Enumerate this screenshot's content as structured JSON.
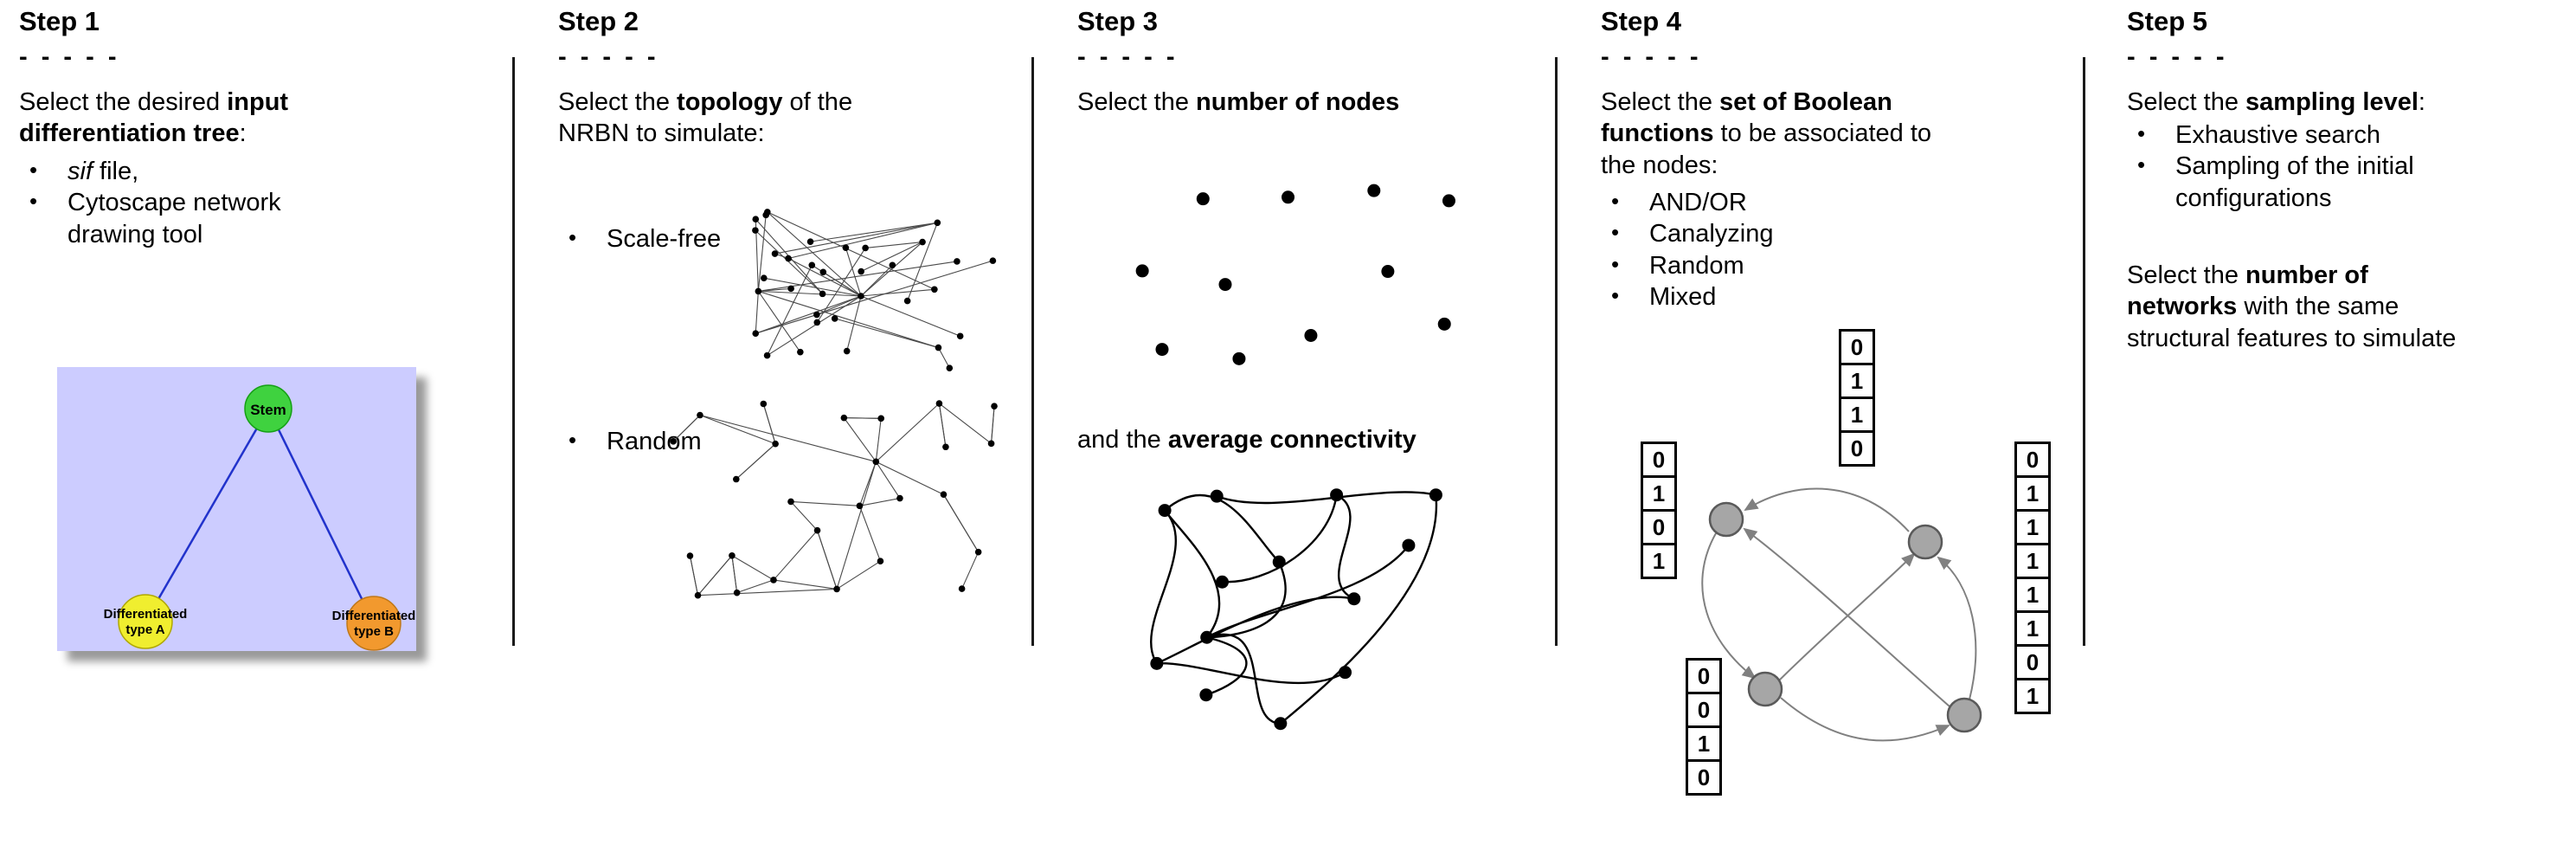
{
  "figure": {
    "background": "#ffffff",
    "divider_color": "#1a1a1a"
  },
  "steps": [
    {
      "title": "Step 1",
      "dashes": "- - - - -",
      "intro": [
        {
          "text": "Select the desired ",
          "style": ""
        },
        {
          "text": "input",
          "style": "b"
        },
        {
          "br": true
        },
        {
          "text": "differentiation tree",
          "style": "b"
        },
        {
          "text": ":",
          "style": ""
        }
      ],
      "bullets": [
        [
          {
            "text": "sif",
            "style": "i"
          },
          {
            "text": " file,",
            "style": ""
          }
        ],
        [
          {
            "text": "Cytoscape network",
            "style": ""
          },
          {
            "br": true
          },
          {
            "text": "drawing tool",
            "style": ""
          }
        ]
      ],
      "tree": {
        "background": "#ccccff",
        "edge_color": "#2233cc",
        "stem": {
          "label": "Stem",
          "color": "#3fd23f"
        },
        "type_a": {
          "line1": "Differentiated",
          "line2": "type A",
          "color": "#f0ee2f"
        },
        "type_b": {
          "line1": "Differentiated",
          "line2": "type B",
          "color": "#f2992e"
        }
      },
      "illustration": "differentiation-tree-graphic"
    },
    {
      "title": "Step 2",
      "dashes": "- - - - -",
      "intro": [
        {
          "text": "Select the ",
          "style": ""
        },
        {
          "text": "topology",
          "style": "b"
        },
        {
          "text": " of the",
          "style": ""
        },
        {
          "br": true
        },
        {
          "text": "NRBN to simulate:",
          "style": ""
        }
      ],
      "bullets": [
        [
          {
            "text": "Scale-free",
            "style": ""
          }
        ],
        [
          {
            "text": "Random",
            "style": ""
          }
        ]
      ],
      "illustrations": [
        "scale-free-network-graphic",
        "random-network-graphic"
      ]
    },
    {
      "title": "Step 3",
      "dashes": "- - - - -",
      "intro": [
        {
          "text": "Select the ",
          "style": ""
        },
        {
          "text": "number of nodes",
          "style": "b"
        }
      ],
      "intro2": [
        {
          "text": "and the ",
          "style": ""
        },
        {
          "text": "average connectivity",
          "style": "b"
        }
      ],
      "illustrations": [
        "scattered-nodes-graphic",
        "connectivity-network-graphic"
      ]
    },
    {
      "title": "Step 4",
      "dashes": "- - - - -",
      "intro": [
        {
          "text": "Select the ",
          "style": ""
        },
        {
          "text": "set of Boolean",
          "style": "b"
        },
        {
          "br": true
        },
        {
          "text": "functions",
          "style": "b"
        },
        {
          "text": " to be associated to",
          "style": ""
        },
        {
          "br": true
        },
        {
          "text": "the nodes:",
          "style": ""
        }
      ],
      "bullets": [
        [
          {
            "text": "AND/OR",
            "style": ""
          }
        ],
        [
          {
            "text": "Canalyzing",
            "style": ""
          }
        ],
        [
          {
            "text": "Random",
            "style": ""
          }
        ],
        [
          {
            "text": "Mixed",
            "style": ""
          }
        ]
      ],
      "tables": {
        "left": [
          "0",
          "1",
          "0",
          "1"
        ],
        "top": [
          "0",
          "1",
          "1",
          "0"
        ],
        "bottom": [
          "0",
          "0",
          "1",
          "0"
        ],
        "right": [
          "0",
          "1",
          "1",
          "1",
          "1",
          "1",
          "0",
          "1"
        ]
      },
      "node_color": "#a6a6a6",
      "arrow_color": "#808080",
      "illustration": "boolean-network-diagram"
    },
    {
      "title": "Step 5",
      "dashes": "- - - - -",
      "intro": [
        {
          "text": "Select the ",
          "style": ""
        },
        {
          "text": "sampling level",
          "style": "b"
        },
        {
          "text": ":",
          "style": ""
        }
      ],
      "bullets": [
        [
          {
            "text": "Exhaustive search",
            "style": ""
          }
        ],
        [
          {
            "text": "Sampling of the initial",
            "style": ""
          },
          {
            "br": true
          },
          {
            "text": "configurations",
            "style": ""
          }
        ]
      ],
      "intro2": [
        {
          "text": "Select the ",
          "style": ""
        },
        {
          "text": "number of",
          "style": "b"
        },
        {
          "br": true
        },
        {
          "text": "networks",
          "style": "b"
        },
        {
          "text": " with the same",
          "style": ""
        },
        {
          "br": true
        },
        {
          "text": "structural features to simulate",
          "style": ""
        }
      ]
    }
  ]
}
